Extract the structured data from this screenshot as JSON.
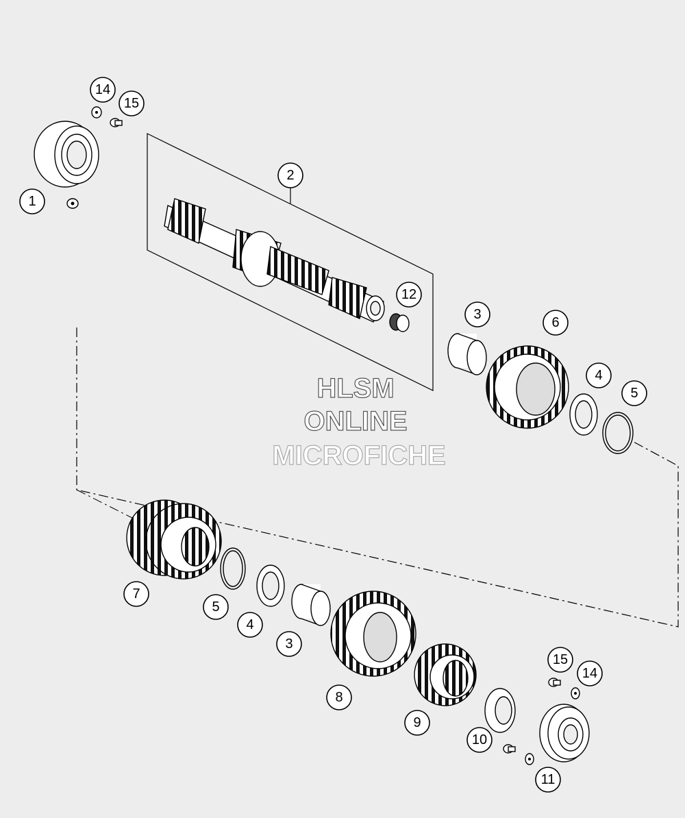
{
  "watermark": {
    "line1": "HLSM",
    "line2": "ONLINE",
    "line3": "MICROFICHE"
  },
  "callouts": [
    {
      "id": "c1",
      "label": "1"
    },
    {
      "id": "c2",
      "label": "2"
    },
    {
      "id": "c3a",
      "label": "3"
    },
    {
      "id": "c3b",
      "label": "3"
    },
    {
      "id": "c4a",
      "label": "4"
    },
    {
      "id": "c4b",
      "label": "4"
    },
    {
      "id": "c5a",
      "label": "5"
    },
    {
      "id": "c5b",
      "label": "5"
    },
    {
      "id": "c6",
      "label": "6"
    },
    {
      "id": "c7",
      "label": "7"
    },
    {
      "id": "c8",
      "label": "8"
    },
    {
      "id": "c9",
      "label": "9"
    },
    {
      "id": "c10",
      "label": "10"
    },
    {
      "id": "c11",
      "label": "11"
    },
    {
      "id": "c12",
      "label": "12"
    },
    {
      "id": "c14a",
      "label": "14"
    },
    {
      "id": "c14b",
      "label": "14"
    },
    {
      "id": "c15a",
      "label": "15"
    },
    {
      "id": "c15b",
      "label": "15"
    }
  ],
  "colors": {
    "background": "#ededed",
    "part_fill": "#ffffff",
    "line": "#000000"
  }
}
